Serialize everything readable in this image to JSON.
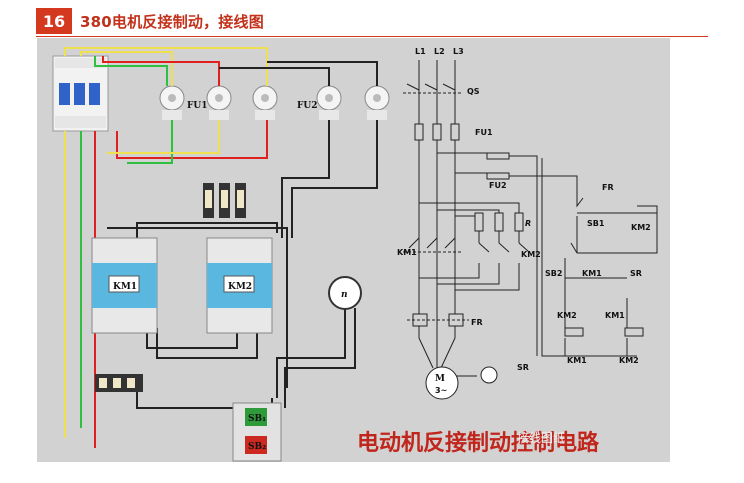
{
  "header": {
    "badge": "16",
    "title": "380电机反接制动，接线图"
  },
  "photo": {
    "fuse_labels": [
      "FU1",
      "FU2"
    ],
    "contactor_labels": [
      "KM1",
      "KM2"
    ],
    "buttons": [
      "SB₁",
      "SB₂"
    ],
    "speed_relay_symbol": "n"
  },
  "schematic": {
    "phases": [
      "L1",
      "L2",
      "L3"
    ],
    "labels": {
      "qs": "QS",
      "fu1": "FU1",
      "fu2": "FU2",
      "fr_top": "FR",
      "sb1": "SB1",
      "km2_aux": "KM2",
      "r": "R",
      "km1_main": "KM1",
      "km2_main": "KM2",
      "sb2": "SB2",
      "km1_holding": "KM1",
      "sr": "SR",
      "km2_interlock": "KM2",
      "km1_interlock": "KM1",
      "fr_thermal": "FR",
      "coil_km1": "KM1",
      "coil_km2": "KM2",
      "motor_m": "M",
      "motor_3": "3~",
      "sr_motor": "SR"
    }
  },
  "caption": "电动机反接制动控制电路",
  "watermark": "接线图纸"
}
